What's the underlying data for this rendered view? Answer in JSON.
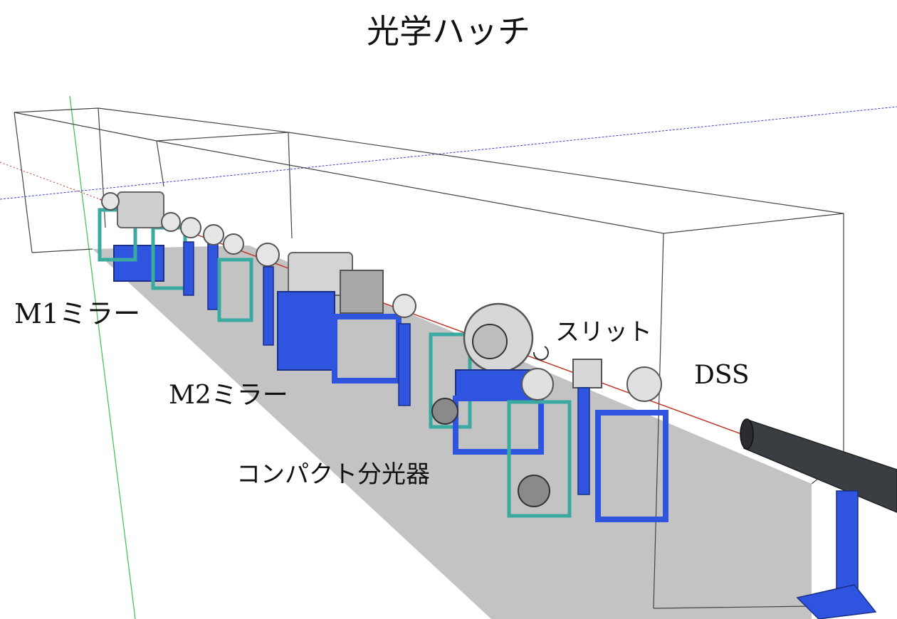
{
  "title": "光学ハッチ",
  "labels": {
    "m1_mirror": "M1ミラー",
    "m2_mirror": "M2ミラー",
    "compact_spectrometer": "コンパクト分光器",
    "slit": "スリット",
    "dss": "DSS"
  },
  "colors": {
    "stand_blue": "#2f55e0",
    "frame_teal": "#3aa9a0",
    "chamber_gray": "#cfcfcf",
    "floor_gray": "#b9b9b9",
    "beam_red": "#c0392b",
    "axis_green": "#3cc24a",
    "axis_blue": "#3b45c9",
    "pipe_dark": "#3a3d42"
  }
}
